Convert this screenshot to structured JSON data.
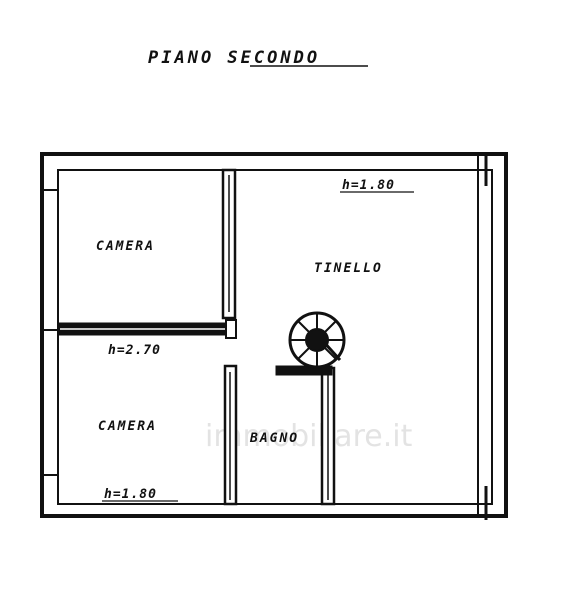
{
  "title": "PIANO SECONDO",
  "rooms": [
    {
      "id": "camera-top",
      "label": "CAMERA"
    },
    {
      "id": "camera-bottom",
      "label": "CAMERA"
    },
    {
      "id": "tinello",
      "label": "TINELLO"
    },
    {
      "id": "bagno",
      "label": "BAGNO"
    }
  ],
  "heights": [
    {
      "id": "h-tinello",
      "label": "h=1.80"
    },
    {
      "id": "h-corridor",
      "label": "h=2.70"
    },
    {
      "id": "h-camera",
      "label": "h=1.80"
    }
  ],
  "watermark": "immobiliare.it",
  "colors": {
    "ink": "#111111",
    "paper": "#ffffff"
  }
}
